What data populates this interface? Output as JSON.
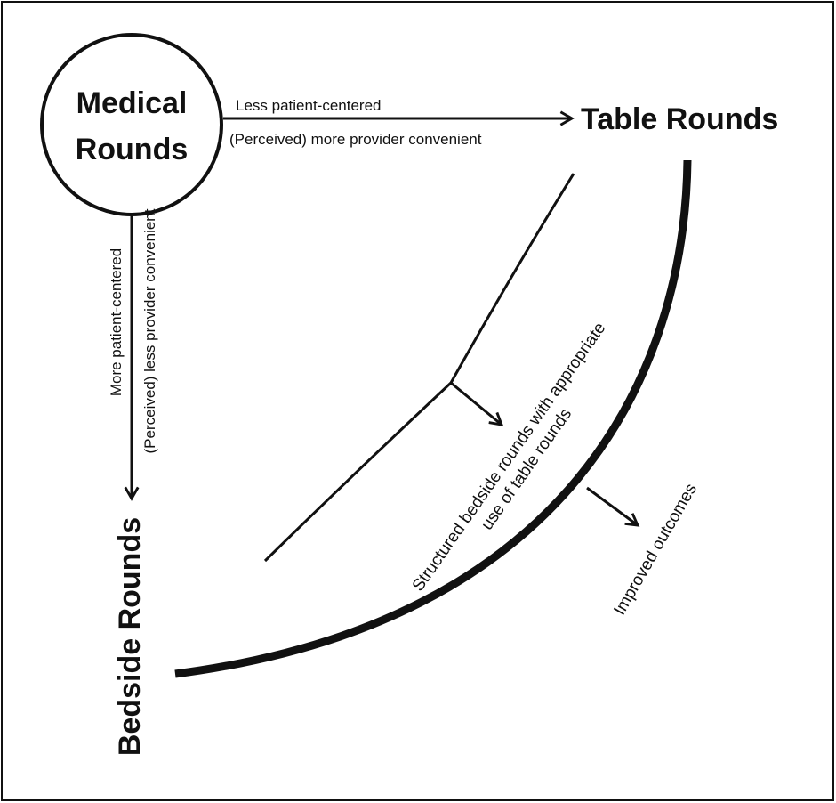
{
  "diagram": {
    "origin": {
      "line1": "Medical",
      "line2": "Rounds"
    },
    "table_rounds": "Table Rounds",
    "bedside_rounds": "Bedside Rounds",
    "horizontal_arrow": {
      "above": "Less patient-centered",
      "below": "(Perceived) more provider convenient"
    },
    "vertical_arrow": {
      "left": "More patient-centered",
      "right": "(Perceived) less provider convenient"
    },
    "structured": {
      "line1": "Structured bedside rounds with appropriate",
      "line2": "use of table rounds"
    },
    "outcome": "Improved outcomes",
    "colors": {
      "ink": "#111111",
      "background": "#ffffff"
    }
  }
}
